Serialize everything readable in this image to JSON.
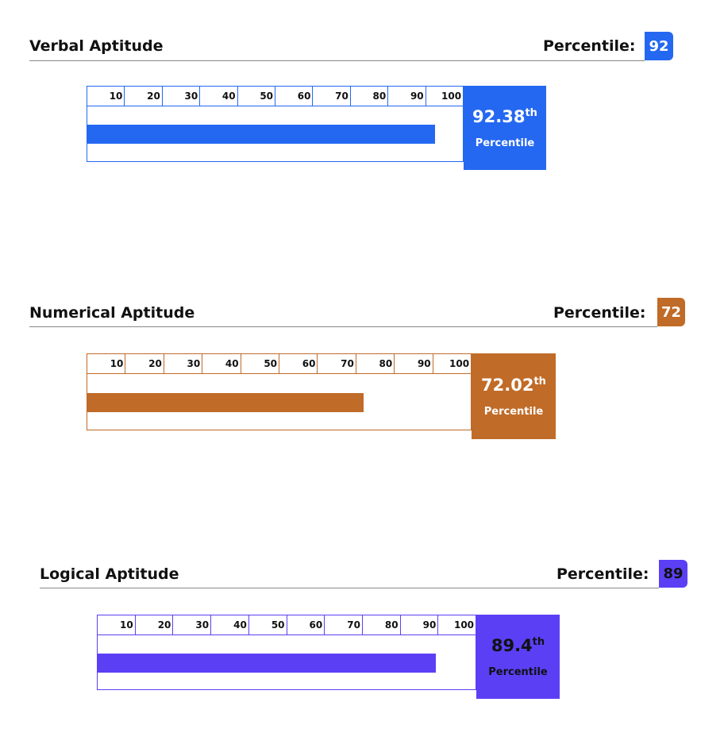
{
  "chart_data": [
    {
      "type": "bar",
      "title": "Verbal Aptitude",
      "percentile_label": "Percentile:",
      "badge": "92",
      "value": 92.38,
      "value_text": "92.38",
      "suffix": "th",
      "box_label": "Percentile",
      "ticks": [
        "10",
        "20",
        "30",
        "40",
        "50",
        "60",
        "70",
        "80",
        "90",
        "100"
      ],
      "xlim": [
        0,
        100
      ],
      "color": "#2468f2",
      "text_color": "#ffffff"
    },
    {
      "type": "bar",
      "title": "Numerical Aptitude",
      "percentile_label": "Percentile:",
      "badge": "72",
      "value": 72.02,
      "value_text": "72.02",
      "suffix": "th",
      "box_label": "Percentile",
      "ticks": [
        "10",
        "20",
        "30",
        "40",
        "50",
        "60",
        "70",
        "80",
        "90",
        "100"
      ],
      "xlim": [
        0,
        100
      ],
      "color": "#c06b28",
      "text_color": "#ffffff"
    },
    {
      "type": "bar",
      "title": "Logical Aptitude",
      "percentile_label": "Percentile:",
      "badge": "89",
      "value": 89.4,
      "value_text": "89.4",
      "suffix": "th",
      "box_label": "Percentile",
      "ticks": [
        "10",
        "20",
        "30",
        "40",
        "50",
        "60",
        "70",
        "80",
        "90",
        "100"
      ],
      "xlim": [
        0,
        100
      ],
      "color": "#5b3ff5",
      "text_color": "#111111"
    }
  ]
}
